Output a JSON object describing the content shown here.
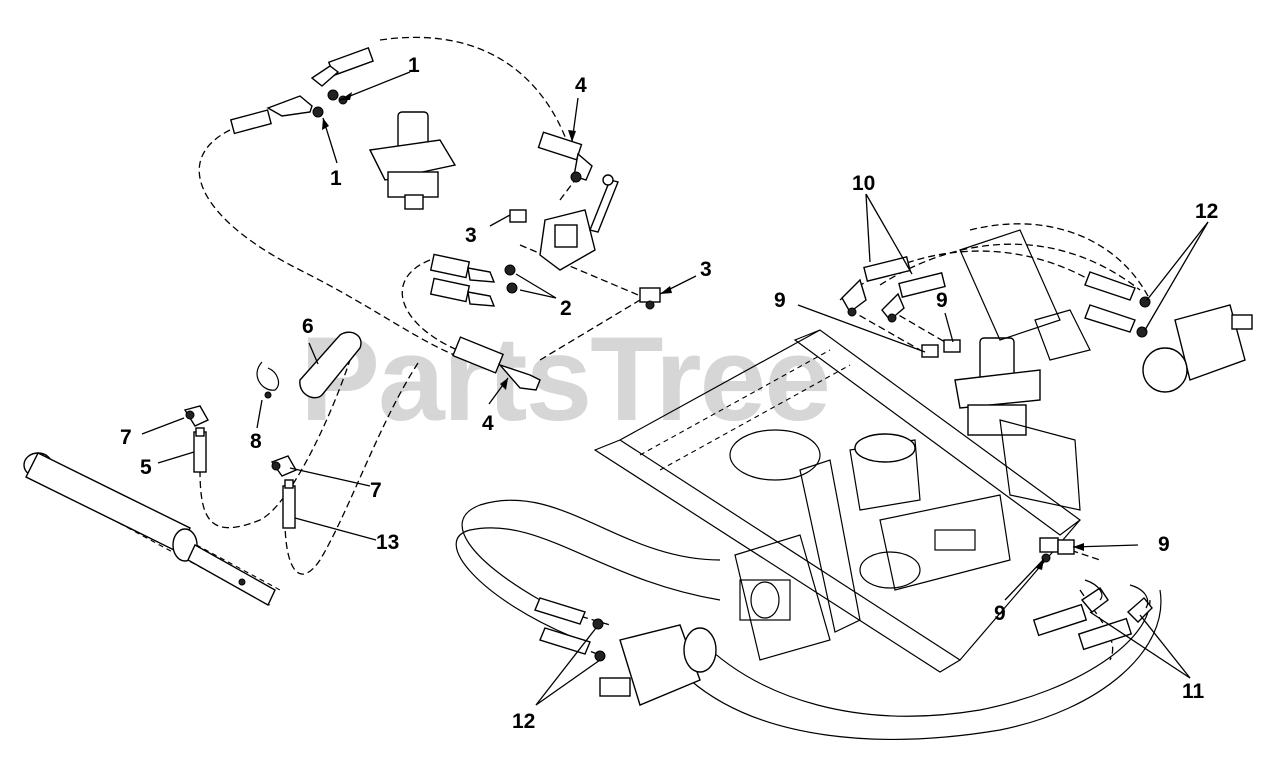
{
  "watermark": "PartsTree",
  "callouts": {
    "c1a": "1",
    "c1b": "1",
    "c2": "2",
    "c3a": "3",
    "c3b": "3",
    "c4a": "4",
    "c4b": "4",
    "c5": "5",
    "c6": "6",
    "c7a": "7",
    "c7b": "7",
    "c8": "8",
    "c9a": "9",
    "c9b": "9",
    "c9c": "9",
    "c9d": "9",
    "c10": "10",
    "c11": "11",
    "c12a": "12",
    "c12b": "12",
    "c13": "13"
  }
}
